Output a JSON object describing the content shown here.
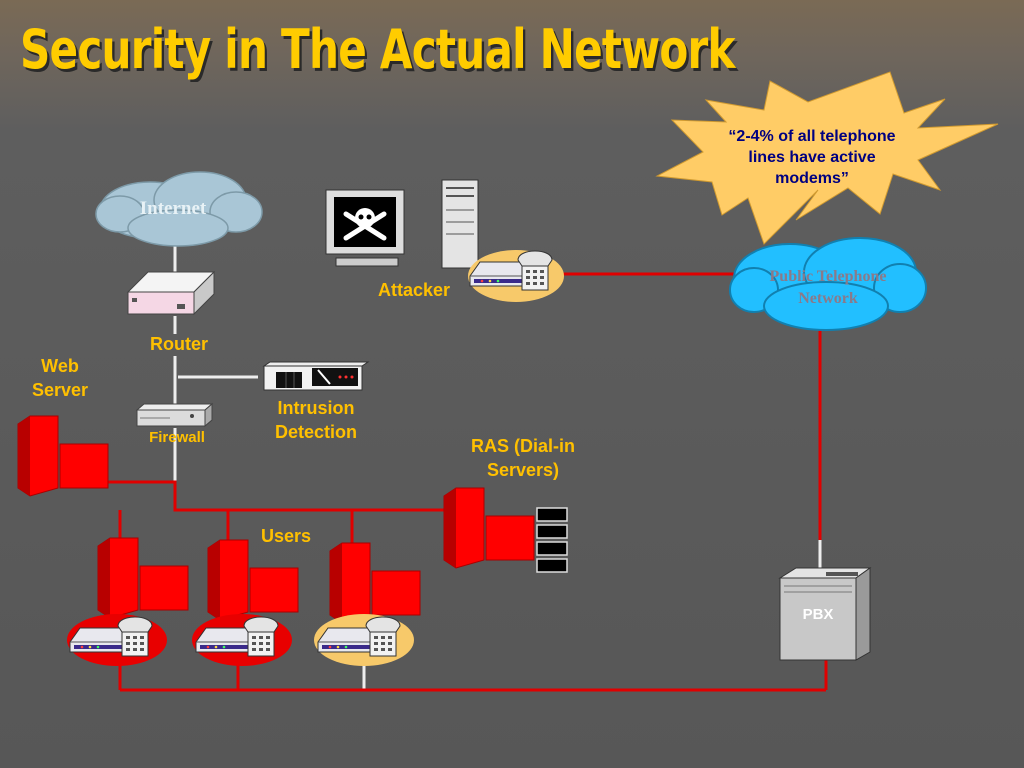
{
  "slide": {
    "title": "Security in The Actual Network",
    "callout": "“2-4% of all telephone lines have active modems”"
  },
  "nodes": {
    "internet": "Internet",
    "pstn": "Public Telephone Network",
    "router": "Router",
    "firewall": "Firewall",
    "web_server": "Web Server",
    "ids": "Intrusion Detection",
    "attacker": "Attacker",
    "ras": "RAS (Dial-in Servers)",
    "users": "Users",
    "pbx": "PBX"
  },
  "colors": {
    "title": "#ffcc00",
    "labels": "#ffc000",
    "red_line": "#e00000",
    "white_line": "#eeeeee",
    "cloud_internet": "#a9c6d6",
    "cloud_pstn": "#22bfff",
    "burst": "#ffcc66",
    "server": "#ff0000"
  },
  "icons": [
    "cloud-icon",
    "router-icon",
    "firewall-icon",
    "ids-icon",
    "skull-monitor-icon",
    "tower-computer-icon",
    "modem-phone-icon",
    "server-icon",
    "rack-icon",
    "pbx-icon",
    "starburst-icon"
  ]
}
